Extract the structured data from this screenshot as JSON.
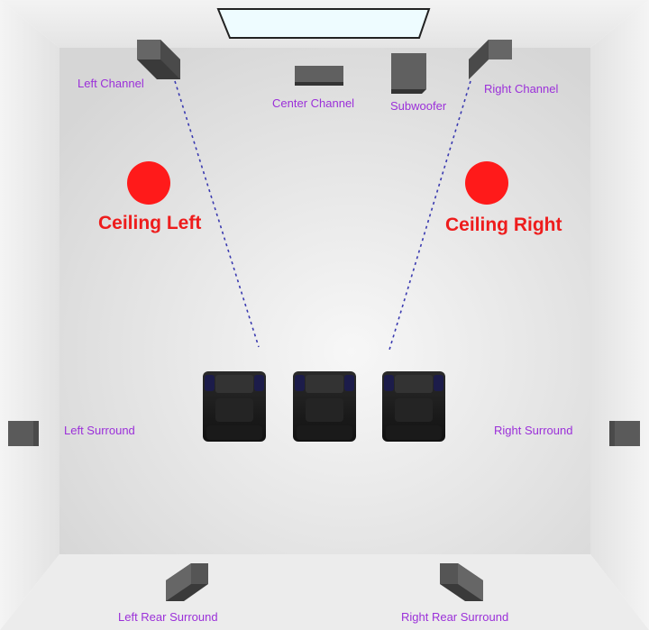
{
  "labels": {
    "left_channel": "Left Channel",
    "center_channel": "Center Channel",
    "subwoofer": "Subwoofer",
    "right_channel": "Right Channel",
    "ceiling_left": "Ceiling Left",
    "ceiling_right": "Ceiling Right",
    "left_surround": "Left Surround",
    "right_surround": "Right Surround",
    "left_rear_surround": "Left Rear Surround",
    "right_rear_surround": "Right Rear Surround"
  },
  "colors": {
    "label": "#9b30d9",
    "ceiling_speaker": "#ff1a1a",
    "speaker": "#555555",
    "guide_line": "#3a3ab0",
    "ceiling_light": "#eefcff"
  },
  "seats": 3
}
